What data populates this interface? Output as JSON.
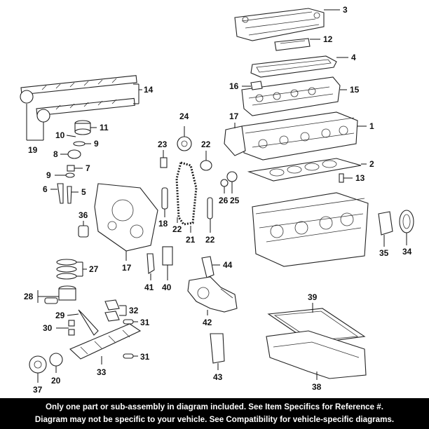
{
  "diagram": {
    "callouts": [
      "1",
      "2",
      "3",
      "4",
      "5",
      "6",
      "7",
      "8",
      "9",
      "9",
      "10",
      "11",
      "12",
      "13",
      "14",
      "15",
      "16",
      "17",
      "17",
      "18",
      "19",
      "20",
      "21",
      "22",
      "22",
      "22",
      "22",
      "23",
      "24",
      "25",
      "26",
      "27",
      "28",
      "29",
      "30",
      "31",
      "31",
      "32",
      "33",
      "34",
      "35",
      "36",
      "37",
      "38",
      "39",
      "40",
      "41",
      "42",
      "43",
      "44"
    ]
  },
  "footer": {
    "line1": "Only one part or sub-assembly in diagram included. See Item Specifics for Reference #.",
    "line2": "Diagram may not be specific to your vehicle. See Compatibility for vehicle-specific diagrams."
  }
}
